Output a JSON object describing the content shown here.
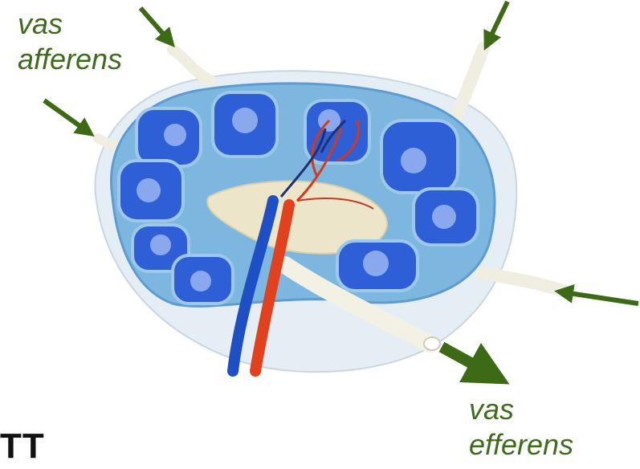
{
  "labels": {
    "afferent_line1": "vas",
    "afferent_line2": "afferens",
    "efferent_line1": "vas",
    "efferent_line2": "efferens",
    "corner_fragment": "TT"
  },
  "colors": {
    "arrow": "#3d6b15",
    "label": "#3f6b1c",
    "capsule": "#dfeaf3",
    "cortex_outer": "#7db7e0",
    "follicle": "#2e5fd6",
    "germinal_center": "#8aa8ee",
    "medulla": "#eae3c8",
    "artery": "#e2411e",
    "vein": "#1f4fc4",
    "lymph_vessel": "#f3f1e4"
  },
  "icons": [
    "arrow-icon"
  ]
}
